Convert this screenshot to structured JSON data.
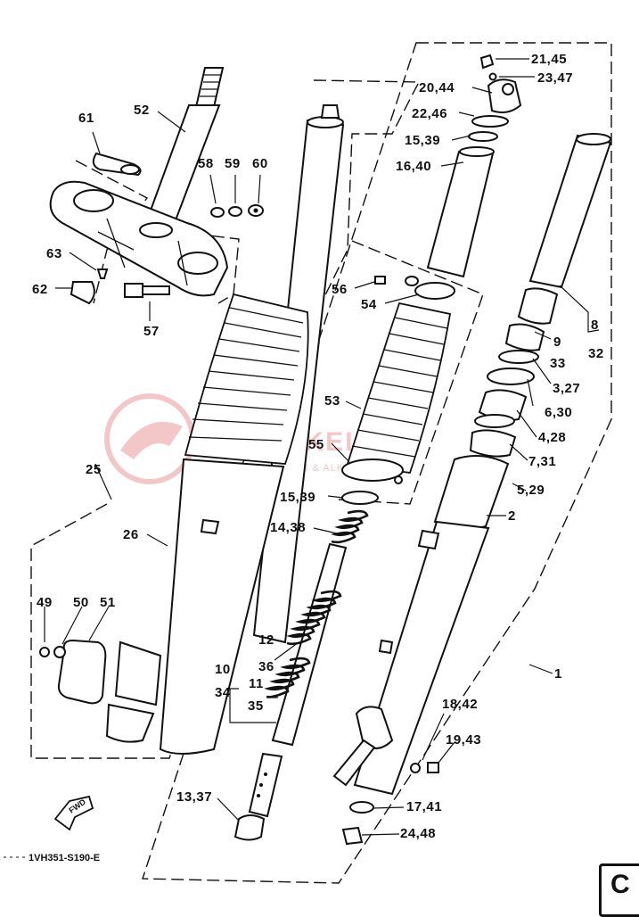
{
  "diagram": {
    "figure_code": "1VH351-S190-E",
    "fwd_label": "FWD",
    "corner_tab": "C",
    "watermark": {
      "title": "MOTO-KELLER",
      "subtitle": "SPECHOWSKI & ALKAVERNANKA"
    },
    "callouts": [
      {
        "id": "c1",
        "text": "21,45"
      },
      {
        "id": "c2",
        "text": "23,47"
      },
      {
        "id": "c3",
        "text": "20,44"
      },
      {
        "id": "c4",
        "text": "22,46"
      },
      {
        "id": "c5",
        "text": "15,39"
      },
      {
        "id": "c6",
        "text": "16,40"
      },
      {
        "id": "c7",
        "text": "52"
      },
      {
        "id": "c8",
        "text": "61"
      },
      {
        "id": "c9",
        "text": "58"
      },
      {
        "id": "c10",
        "text": "59"
      },
      {
        "id": "c11",
        "text": "60"
      },
      {
        "id": "c12",
        "text": "63"
      },
      {
        "id": "c13",
        "text": "62"
      },
      {
        "id": "c14",
        "text": "57"
      },
      {
        "id": "c15",
        "text": "56"
      },
      {
        "id": "c16",
        "text": "54"
      },
      {
        "id": "c17",
        "text": "8"
      },
      {
        "id": "c18",
        "text": "32"
      },
      {
        "id": "c19",
        "text": "9"
      },
      {
        "id": "c20",
        "text": "33"
      },
      {
        "id": "c21",
        "text": "3,27"
      },
      {
        "id": "c22",
        "text": "6,30"
      },
      {
        "id": "c23",
        "text": "4,28"
      },
      {
        "id": "c24",
        "text": "7,31"
      },
      {
        "id": "c25",
        "text": "5,29"
      },
      {
        "id": "c26",
        "text": "2"
      },
      {
        "id": "c27",
        "text": "53"
      },
      {
        "id": "c28",
        "text": "55"
      },
      {
        "id": "c29",
        "text": "25"
      },
      {
        "id": "c30",
        "text": "26"
      },
      {
        "id": "c31",
        "text": "15,39"
      },
      {
        "id": "c32",
        "text": "14,38"
      },
      {
        "id": "c33",
        "text": "49"
      },
      {
        "id": "c34",
        "text": "50"
      },
      {
        "id": "c35",
        "text": "51"
      },
      {
        "id": "c36",
        "text": "12"
      },
      {
        "id": "c37",
        "text": "36"
      },
      {
        "id": "c38",
        "text": "10"
      },
      {
        "id": "c39",
        "text": "34"
      },
      {
        "id": "c40",
        "text": "11"
      },
      {
        "id": "c41",
        "text": "35"
      },
      {
        "id": "c42",
        "text": "1"
      },
      {
        "id": "c43",
        "text": "18,42"
      },
      {
        "id": "c44",
        "text": "19,43"
      },
      {
        "id": "c45",
        "text": "13,37"
      },
      {
        "id": "c46",
        "text": "17,41"
      },
      {
        "id": "c47",
        "text": "24,48"
      }
    ]
  }
}
